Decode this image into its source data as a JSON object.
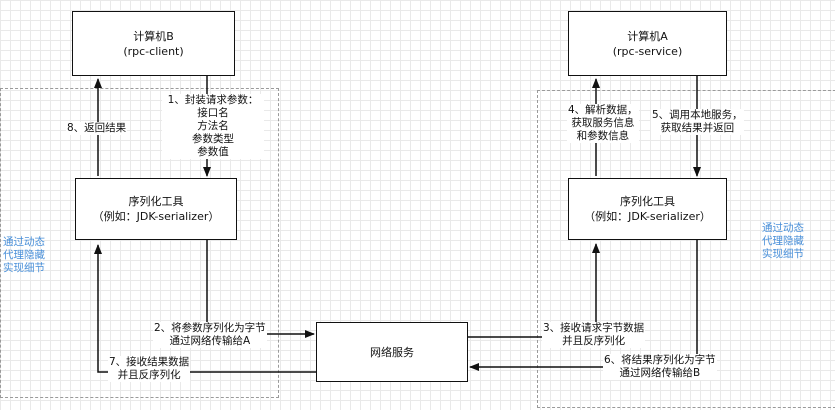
{
  "computer_b": {
    "name": "计算机B",
    "role": "(rpc-client)"
  },
  "computer_a": {
    "name": "计算机A",
    "role": "(rpc-service)"
  },
  "serializer_left": {
    "name": "序列化工具",
    "example": "（例如：JDK-serializer）"
  },
  "serializer_right": {
    "name": "序列化工具",
    "example": "（例如：JDK-serializer）"
  },
  "network": {
    "name": "网络服务"
  },
  "steps": {
    "s1": [
      "1、封装请求参数：",
      "接口名",
      "方法名",
      "参数类型",
      "参数值"
    ],
    "s2": [
      "2、将参数序列化为字节",
      "通过网络传输给A"
    ],
    "s3": [
      "3、接收请求字节数据",
      "并且反序列化"
    ],
    "s4": [
      "4、解析数据，",
      "获取服务信息",
      "和参数信息"
    ],
    "s5": [
      "5、调用本地服务，",
      "获取结果并返回"
    ],
    "s6": [
      "6、将结果序列化为字节",
      "通过网络传输给B"
    ],
    "s7": [
      "7、接收结果数据",
      "并且反序列化"
    ],
    "s8": [
      "8、返回结果"
    ]
  },
  "proxy_note_left": [
    "通过动态",
    "代理隐藏",
    "实现细节"
  ],
  "proxy_note_right": [
    "通过动态",
    "代理隐藏",
    "实现细节"
  ],
  "colors": {
    "note": "#4a90d9",
    "line": "#111111"
  }
}
